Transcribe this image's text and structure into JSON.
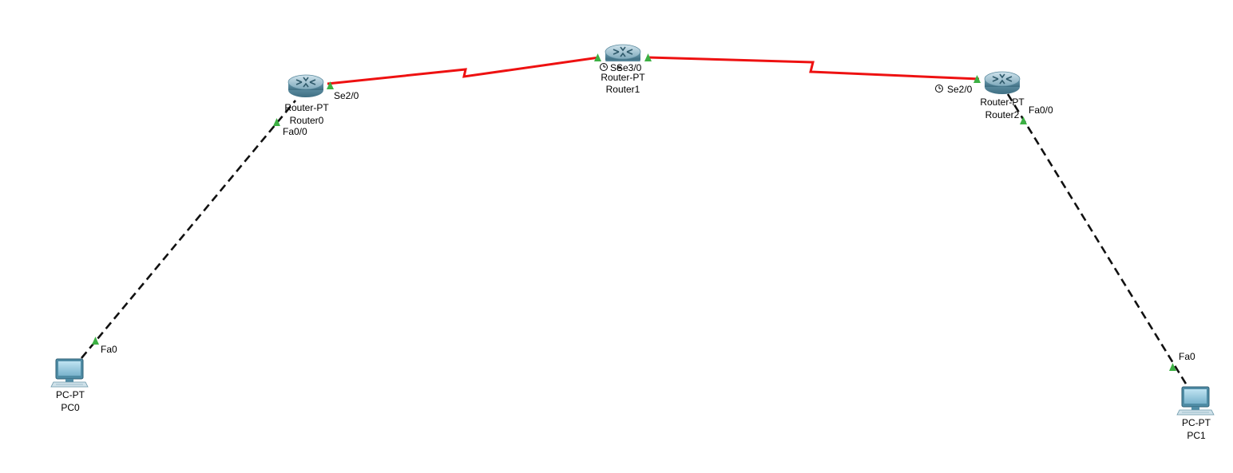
{
  "colors": {
    "serial_link": "#ee1111",
    "ethernet_link": "#111111",
    "link_up": "#3cb043",
    "router_body": "#6f9fb3",
    "pc_screen": "#8fc6dd"
  },
  "devices": {
    "router0": {
      "model": "Router-PT",
      "name": "Router0",
      "icon": "router-icon"
    },
    "router1": {
      "model": "Router-PT",
      "name": "Router1",
      "icon": "router-icon"
    },
    "router2": {
      "model": "Router-PT",
      "name": "Router2",
      "icon": "router-icon"
    },
    "pc0": {
      "model": "PC-PT",
      "name": "PC0",
      "icon": "pc-icon"
    },
    "pc1": {
      "model": "PC-PT",
      "name": "PC1",
      "icon": "pc-icon"
    }
  },
  "ports": {
    "router0_se": "Se2/0",
    "router0_fa": "Fa0/0",
    "router1_se_left": "Se",
    "router1_se_right": "Se3/0",
    "router2_se": "Se2/0",
    "router2_fa": "Fa0/0",
    "pc0_fa": "Fa0",
    "pc1_fa": "Fa0"
  },
  "links": [
    {
      "from": "Router0",
      "to": "Router1",
      "type": "serial",
      "status": "up",
      "clock_at": "Router1"
    },
    {
      "from": "Router1",
      "to": "Router2",
      "type": "serial",
      "status": "up",
      "clock_at": "Router2"
    },
    {
      "from": "PC0",
      "to": "Router0",
      "type": "copper-crossover",
      "status": "up"
    },
    {
      "from": "Router2",
      "to": "PC1",
      "type": "copper-crossover",
      "status": "up"
    }
  ]
}
